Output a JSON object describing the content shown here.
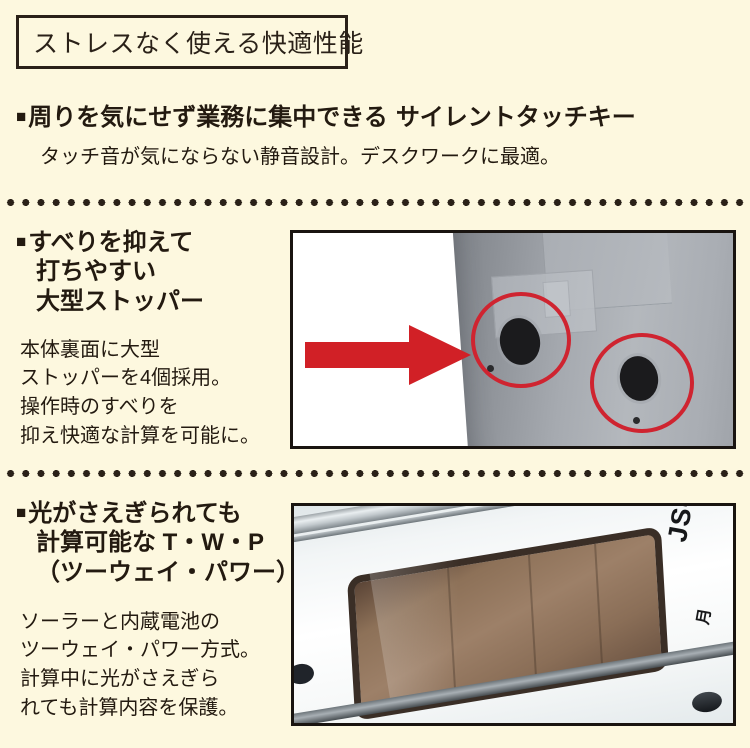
{
  "page": {
    "background_color": "#fdf8df",
    "text_color": "#231a10",
    "accent_red": "#d12026"
  },
  "title_box": {
    "text": "ストレスなく使える快適性能"
  },
  "sections": [
    {
      "id": "silent-key",
      "bullet": "■",
      "heading_lines": [
        "周りを気にせず業務に集中できる",
        "サイレントタッチキー"
      ],
      "heading_full": "■周りを気にせず業務に集中できる サイレントタッチキー",
      "body_lines": [
        "タッチ音が気にならない静音設計。デスクワークに最適。"
      ]
    },
    {
      "id": "stopper",
      "bullet": "■",
      "heading_lines": [
        "すべりを抑えて",
        "打ちやすい",
        "大型ストッパー"
      ],
      "body_lines": [
        "本体裏面に大型",
        "ストッパーを4個採用。",
        "操作時のすべりを",
        "抑え快適な計算を可能に。"
      ],
      "photo": {
        "name": "calculator-back-stoppers-photo",
        "annotations": {
          "arrow_color": "#d12026",
          "circle_color": "#cf2430",
          "circle_count": 2
        }
      }
    },
    {
      "id": "twp",
      "bullet": "■",
      "heading_lines": [
        "光がさえぎられても",
        "計算可能な T・W・P",
        "（ツーウェイ・パワー）"
      ],
      "body_lines": [
        "ソーラーと内蔵電池の",
        "ツーウェイ・パワー方式。",
        "計算中に光がさえぎら",
        "れても計算内容を保護。"
      ],
      "photo": {
        "name": "solar-panel-photo",
        "labels": {
          "model": "JS-",
          "kanji": "月"
        }
      }
    }
  ],
  "dividers": {
    "style": "dotted",
    "count": 2
  }
}
